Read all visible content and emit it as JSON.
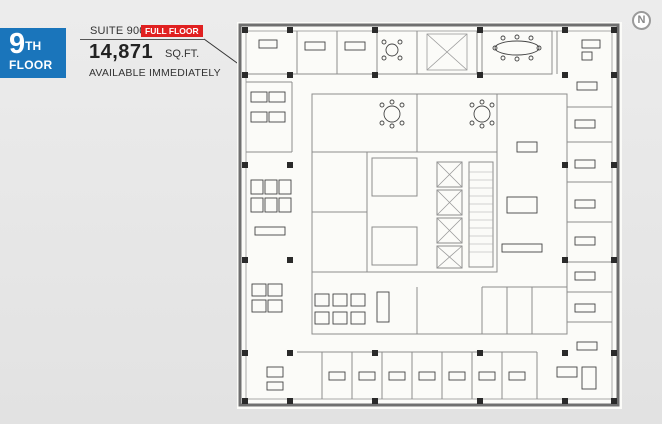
{
  "badge": {
    "floor_number": "9",
    "floor_suffix": "TH",
    "floor_word": "FLOOR"
  },
  "listing": {
    "suite": "SUITE 900",
    "tag": "FULL FLOOR",
    "area": "14,871",
    "area_unit": "SQ.FT.",
    "availability": "AVAILABLE IMMEDIATELY"
  },
  "compass": {
    "letter": "N"
  },
  "colors": {
    "badge_blue": "#1a75bb",
    "tag_red": "#e02020"
  }
}
